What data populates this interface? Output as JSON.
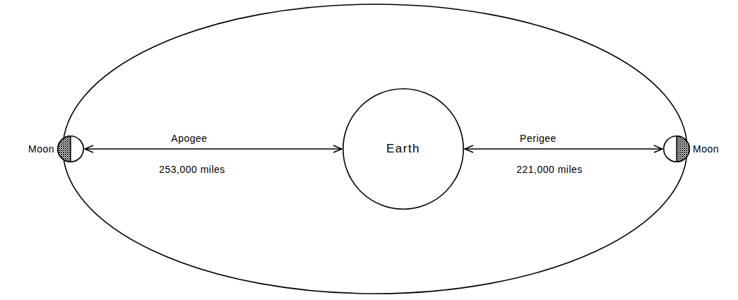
{
  "diagram": {
    "nodes": [
      {
        "text": [
          "Moon"
        ]
      },
      {
        "text": [
          "Earth"
        ]
      },
      {
        "text": [
          "Moon"
        ]
      }
    ],
    "edges": [
      {
        "from": 0,
        "to": 1,
        "arrow": "both",
        "label": "Apogee"
      },
      {
        "from": 1,
        "to": 2,
        "arrow": "both",
        "label": "Perigee"
      }
    ],
    "labels": [
      "253,000 miles",
      "221,000 miles"
    ]
  }
}
